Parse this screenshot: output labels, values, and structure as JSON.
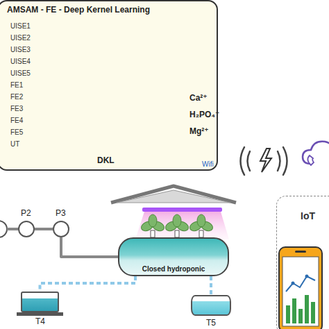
{
  "diagram": {
    "nodes": [
      {
        "text": [
          "AMSAM - FE - Deep Kernel Learning",
          "DKL"
        ]
      },
      {
        "text": [
          "P2"
        ]
      },
      {
        "text": [
          "P3"
        ]
      },
      {
        "text": [
          "Closed hydroponic"
        ]
      },
      {
        "text": [
          "T4"
        ]
      },
      {
        "text": [
          "T5"
        ]
      },
      {
        "text": [
          "IoT"
        ]
      }
    ],
    "edges": [
      {
        "from": 1,
        "to": 2,
        "arrow": "none"
      },
      {
        "from": 2,
        "to": 3,
        "arrow": "none"
      },
      {
        "from": 3,
        "to": 4,
        "arrow": "none"
      },
      {
        "from": 3,
        "to": 5,
        "arrow": "none"
      }
    ],
    "labels": [
      "UISE1",
      "UISE2",
      "UISE3",
      "UISE4",
      "UISE5",
      "FE1",
      "FE2",
      "FE3",
      "FE4",
      "FE5",
      "UT",
      "Ca²⁺",
      "H₂PO₄⁻",
      "Mg²⁺",
      "Wifi"
    ]
  }
}
